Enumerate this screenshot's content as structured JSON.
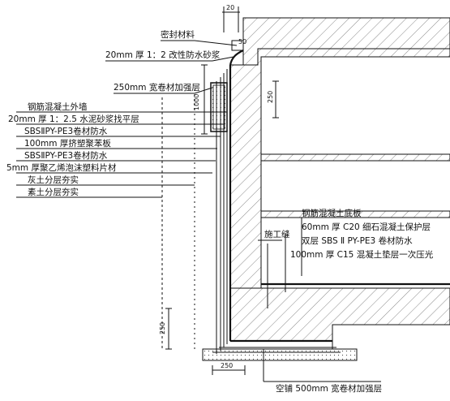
{
  "labels_left": [
    "密封材料",
    "20mm 厚 1：2 改性防水砂浆",
    "250mm 宽卷材加强层",
    "钢筋混凝土外墙",
    "20mm 厚 1：2.5 水泥砂浆找平层",
    "SBSⅡPY-PE3卷材防水",
    "100mm 厚挤塑聚苯板",
    "SBSⅡPY-PE3卷材防水",
    "5mm 厚聚乙烯泡沫塑料片材",
    "灰土分层夯实",
    "素土分层夯实"
  ],
  "labels_right": [
    "钢筋混凝土底板",
    "60mm 厚 C20 细石混凝土保护层",
    "双层 SBS Ⅱ PY-PE3 卷材防水",
    "100mm 厚 C15 混凝土垫层一次压光"
  ],
  "construction_joint": "施工缝",
  "bottom_label": "空铺 500mm 宽卷材加强层",
  "dims": {
    "top": "20",
    "top_small": "50",
    "side_1000": "1000",
    "side_250_top": "250",
    "side_250_bottom": "250",
    "bottom_250": "250"
  }
}
